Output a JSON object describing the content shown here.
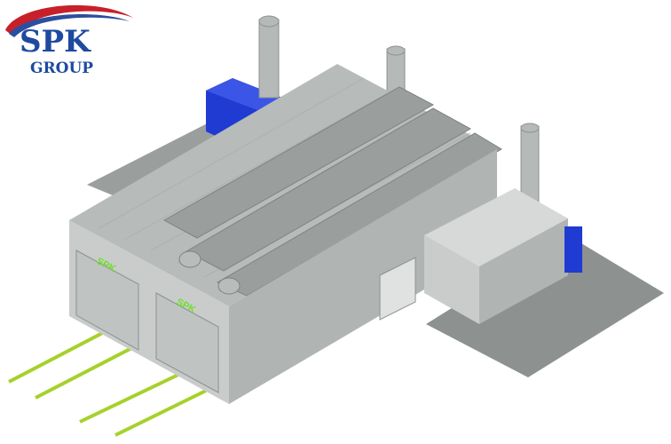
{
  "logo": {
    "brand": "SPK",
    "subtitle": "GROUP",
    "colors": {
      "text": "#1e4aa0",
      "swoosh": "#c8202a",
      "swoosh_blue": "#2b4f9e"
    }
  },
  "building": {
    "door_labels": [
      "SPK",
      "SPK"
    ],
    "colors": {
      "wall": "#c9cccb",
      "wall_dark": "#a9adac",
      "roof": "#b7bbba",
      "duct": "#9a9e9d",
      "ground_slab": "#8d9190",
      "blue_unit": "#1f3bd1",
      "rail": "#a6d12a",
      "door_text": "#6fe02a"
    }
  }
}
